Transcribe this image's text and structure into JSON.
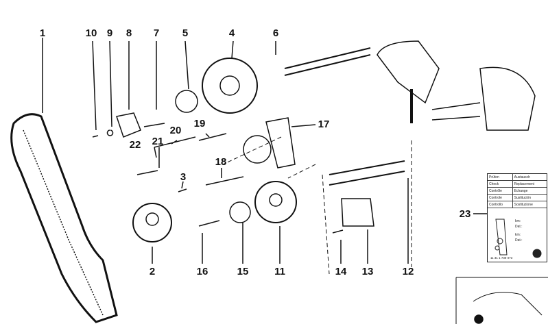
{
  "callouts": [
    "1",
    "10",
    "9",
    "8",
    "7",
    "5",
    "4",
    "6",
    "17",
    "20",
    "19",
    "22",
    "21",
    "18",
    "3",
    "2",
    "16",
    "15",
    "11",
    "14",
    "13",
    "12",
    "23"
  ],
  "card": {
    "rows": [
      [
        "Prüfen",
        "Austausch"
      ],
      [
        "Check",
        "Replacement"
      ],
      [
        "Contrôle",
        "Echange"
      ],
      [
        "Controle",
        "Sustitución"
      ],
      [
        "Controllo",
        "Sostituzione"
      ]
    ],
    "km_label": "km:",
    "date_label": "Dat.:",
    "part_number": "11 31 1 739 073"
  }
}
